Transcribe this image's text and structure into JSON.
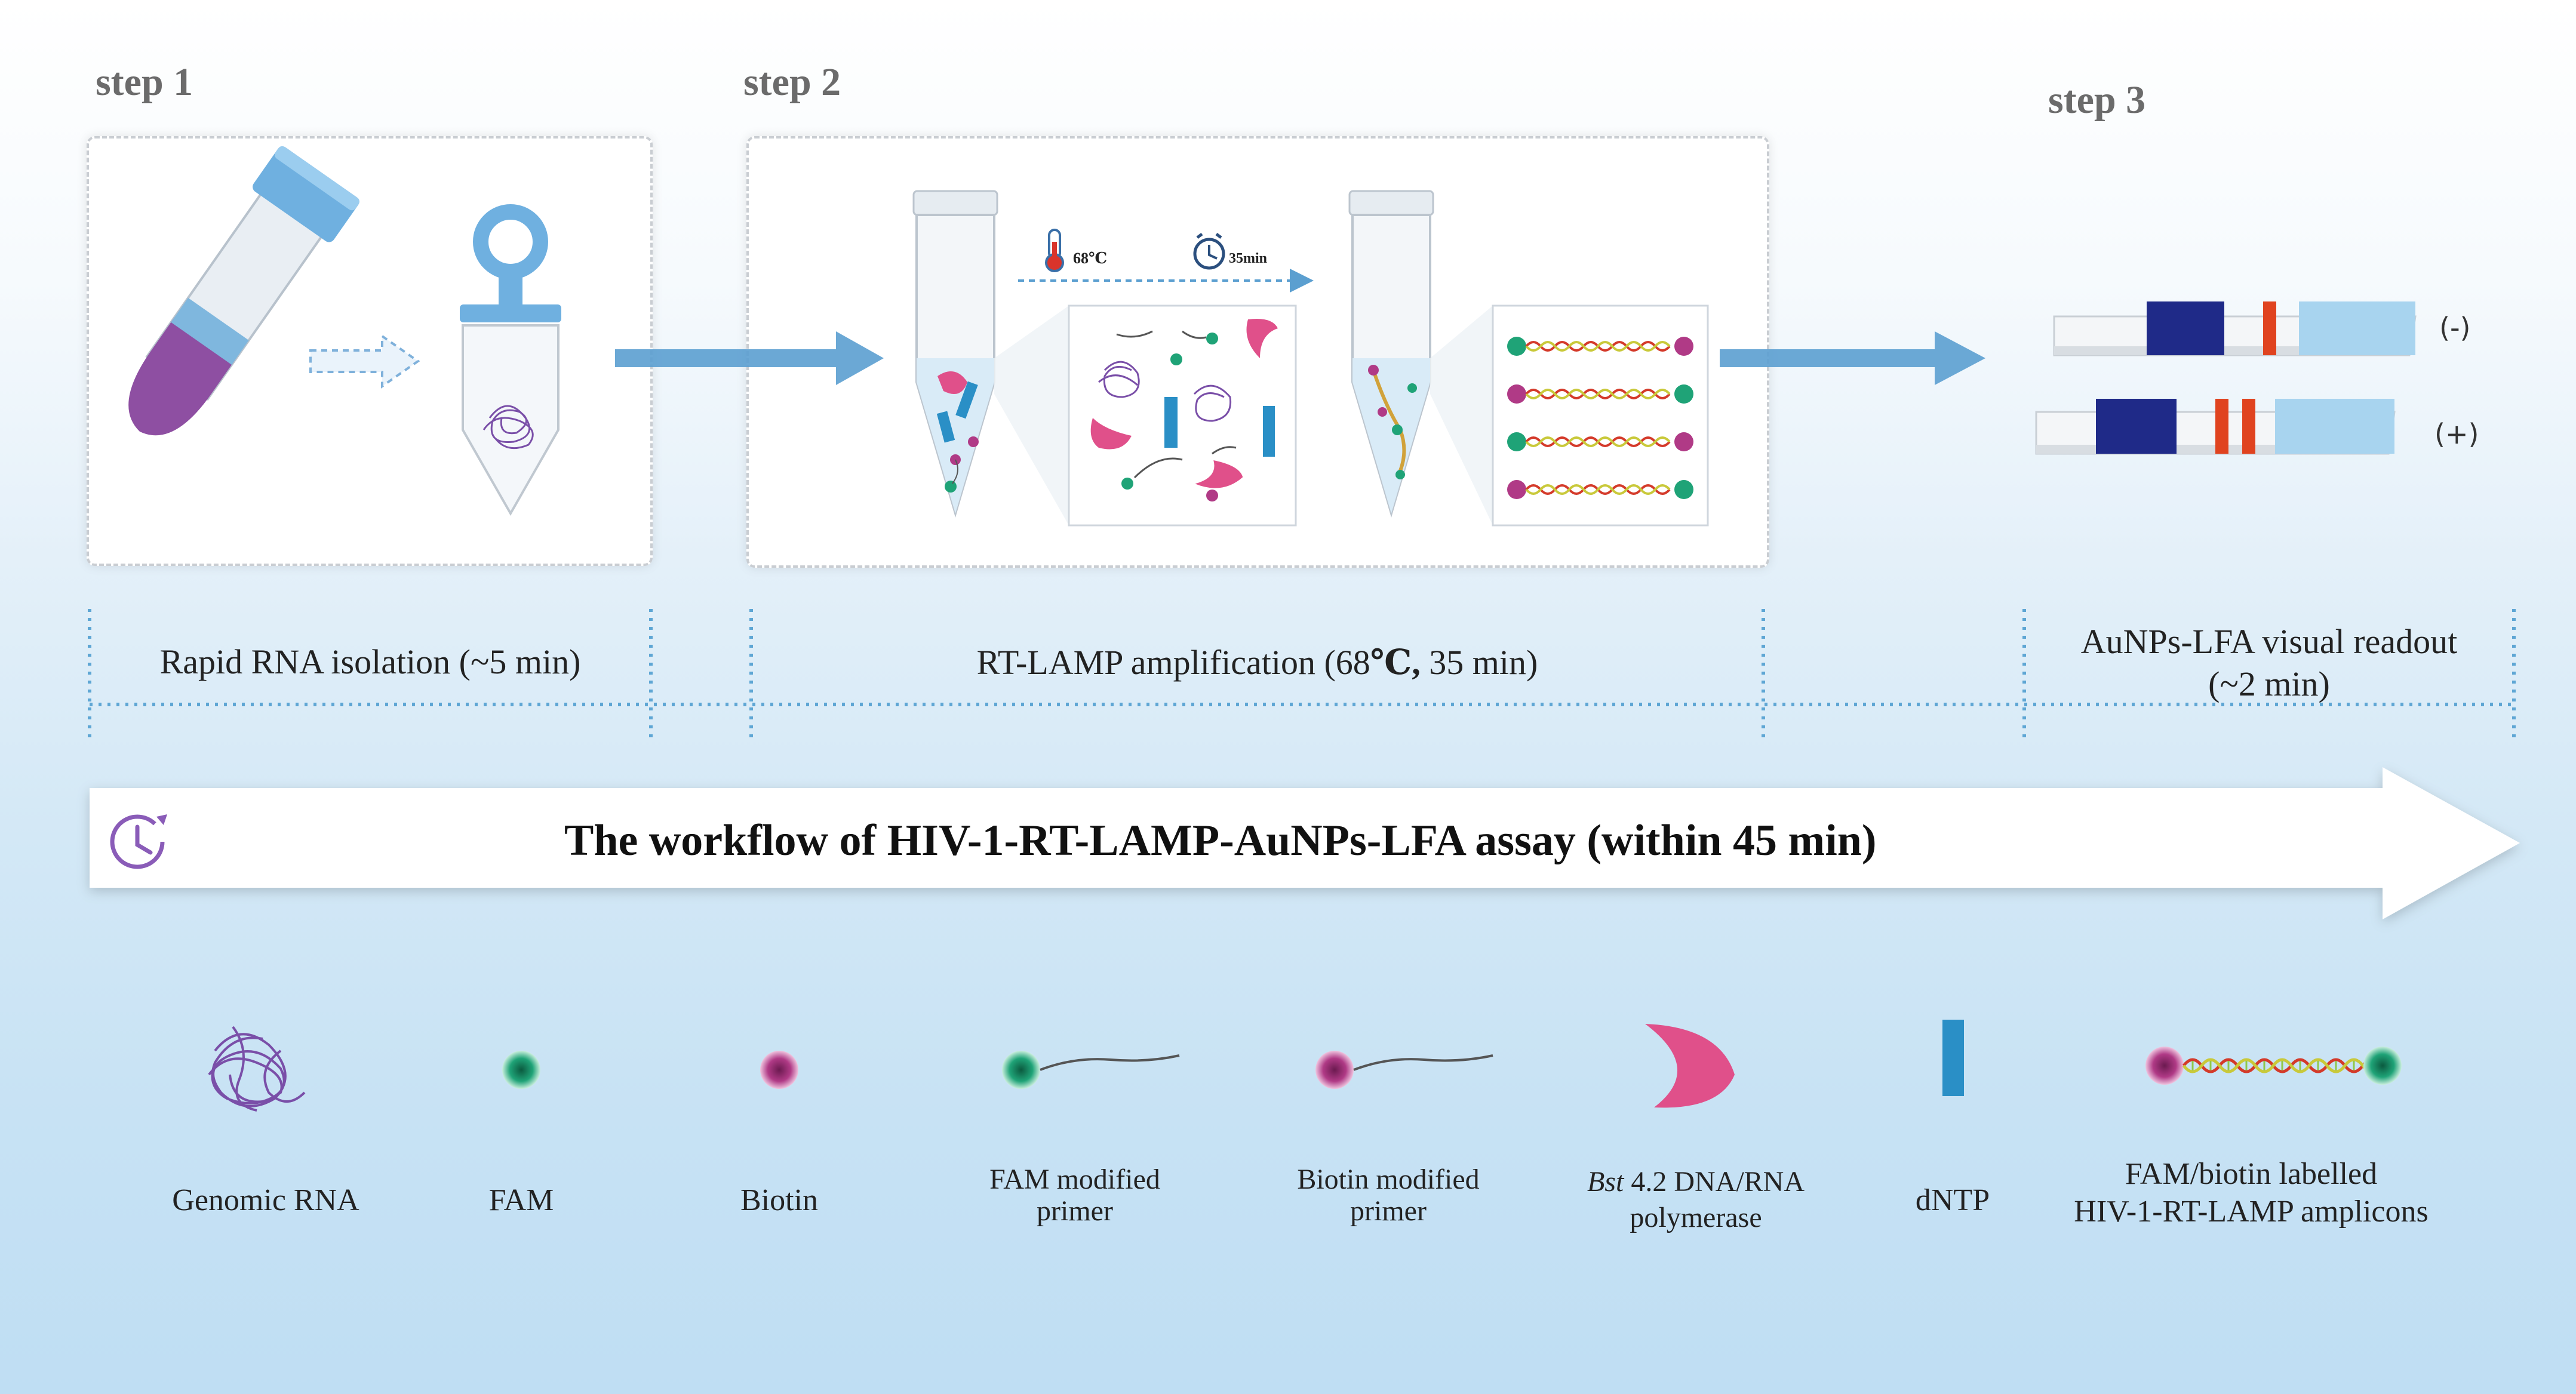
{
  "steps": [
    {
      "title": "step 1",
      "caption": "Rapid RNA isolation (~5 min)"
    },
    {
      "title": "step 2",
      "caption_pre": "RT-LAMP amplification (68",
      "caption_bold": "℃,",
      "caption_post": " 35 min)"
    },
    {
      "title": "step 3",
      "caption_line1": "AuNPs-LFA visual readout",
      "caption_line2": "(~2 min)"
    }
  ],
  "step2_conditions": {
    "temperature": "68℃",
    "time": "35min"
  },
  "lfa_results": {
    "negative": "(-)",
    "positive": "(+)"
  },
  "banner": {
    "text": "The workflow of HIV-1-RT-LAMP-AuNPs-LFA assay (within 45 min)",
    "icon": "clock-icon"
  },
  "legend": [
    {
      "key": "genomic_rna",
      "line1": "Genomic RNA",
      "line2": ""
    },
    {
      "key": "fam",
      "line1": "FAM",
      "line2": ""
    },
    {
      "key": "biotin",
      "line1": "Biotin",
      "line2": ""
    },
    {
      "key": "fam_primer",
      "line1": "FAM modified",
      "line2": "primer"
    },
    {
      "key": "biotin_primer",
      "line1": "Biotin modified",
      "line2": "primer"
    },
    {
      "key": "polymerase",
      "line1_italic": "Bst",
      "line1_rest": " 4.2 DNA/RNA",
      "line2": "polymerase"
    },
    {
      "key": "dntp",
      "line1": "dNTP",
      "line2": ""
    },
    {
      "key": "amplicon",
      "line1": "FAM/biotin labelled",
      "line2": "HIV-1-RT-LAMP amplicons"
    }
  ],
  "colors": {
    "fam": "#1fa377",
    "biotin": "#b03a86",
    "polymerase": "#e0508a",
    "dntp": "#2a8fc6",
    "rna": "#8a5cb8",
    "arrow": "#5b9fd0",
    "lfa_pad": "#1f2a88",
    "lfa_line": "#e0431f",
    "lfa_absorbent": "#a8d4ef"
  }
}
